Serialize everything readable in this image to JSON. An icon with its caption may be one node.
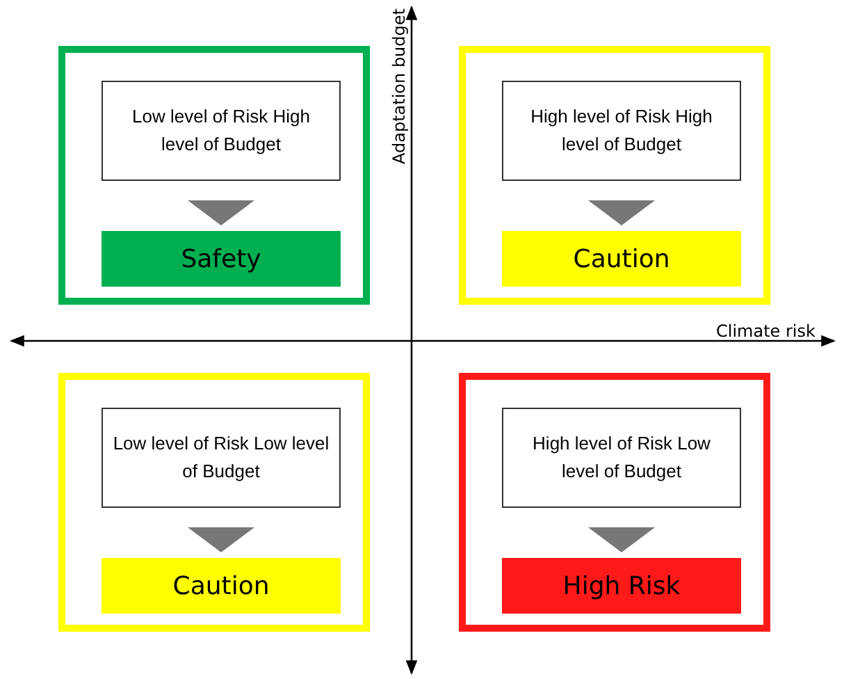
{
  "diagram": {
    "nodes": [
      {
        "text": [],
        "shape": "box"
      },
      {
        "text": [
          "Low level of Risk High level of Budget"
        ],
        "in": 0
      },
      {
        "text": [
          "Safety"
        ],
        "in": 0
      },
      {
        "text": [],
        "shape": "box"
      },
      {
        "text": [
          "High level of Risk High level of Budget"
        ],
        "in": 3
      },
      {
        "text": [
          "Caution"
        ],
        "in": 3
      },
      {
        "text": [],
        "shape": "box"
      },
      {
        "text": [
          "Low level of Risk Low level of Budget"
        ],
        "in": 6
      },
      {
        "text": [
          "Caution"
        ],
        "in": 6
      },
      {
        "text": [],
        "shape": "box"
      },
      {
        "text": [
          "High level of Risk Low level of Budget"
        ],
        "in": 9
      },
      {
        "text": [
          "High Risk"
        ],
        "in": 9
      }
    ],
    "edges": [
      {
        "from": 1,
        "to": 2,
        "arrow": "to"
      },
      {
        "from": 4,
        "to": 5,
        "arrow": "to"
      },
      {
        "from": 7,
        "to": 8,
        "arrow": "to"
      },
      {
        "from": 10,
        "to": 11,
        "arrow": "to"
      }
    ],
    "labels": [
      "Adaptation budget",
      "Climate risk"
    ]
  }
}
